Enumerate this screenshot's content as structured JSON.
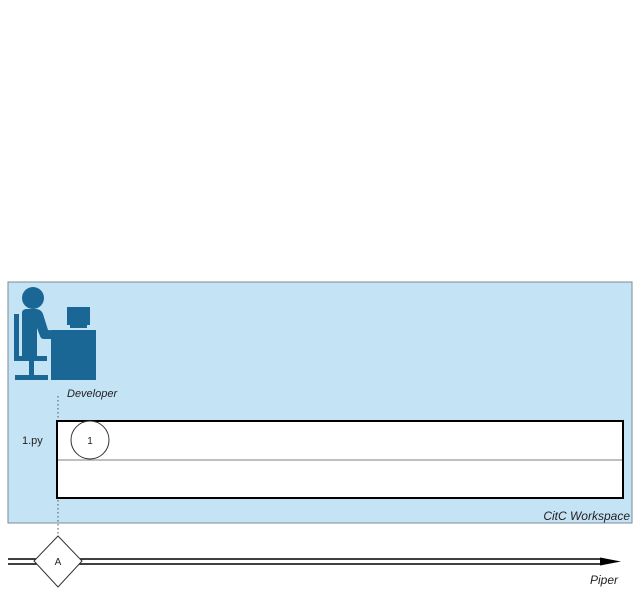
{
  "developer": {
    "label": "Developer",
    "icon": "developer-at-computer-icon"
  },
  "file": {
    "name": "1.py",
    "change_marker": "1"
  },
  "workspace": {
    "label": "CitC Workspace"
  },
  "piper": {
    "label": "Piper",
    "snapshot_marker": "A"
  },
  "colors": {
    "workspace_fill": "#c4e3f5",
    "workspace_border": "#7a8b96",
    "icon": "#1a6796",
    "line": "#000000"
  }
}
